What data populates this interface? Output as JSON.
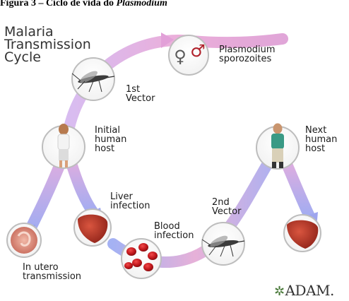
{
  "caption": {
    "prefix": "Figura 3 – Ciclo de vida do ",
    "italic": "Plasmodium"
  },
  "title": [
    "Malaria",
    "Transmission",
    "Cycle"
  ],
  "stages": {
    "sporozoites": [
      "Plasmodium",
      "sporozoites"
    ],
    "first_vector": [
      "1st",
      "Vector"
    ],
    "initial_host": [
      "Initial",
      "human",
      "host"
    ],
    "next_host": [
      "Next",
      "human",
      "host"
    ],
    "liver": [
      "Liver",
      "infection"
    ],
    "blood": [
      "Blood",
      "infection"
    ],
    "second_vector": [
      "2nd",
      "Vector"
    ],
    "in_utero": [
      "In utero",
      "transmission"
    ]
  },
  "symbols": {
    "female": "♀",
    "male": "♂"
  },
  "logo": {
    "mark": "✲",
    "text": "ADAM."
  },
  "colors": {
    "arc_top": "#e9a6d6",
    "arc_side": "#9aa3ee",
    "circle_stroke": "#bdbdbd",
    "blood_red": "#c0171c",
    "liver_red": "#b8332a"
  }
}
